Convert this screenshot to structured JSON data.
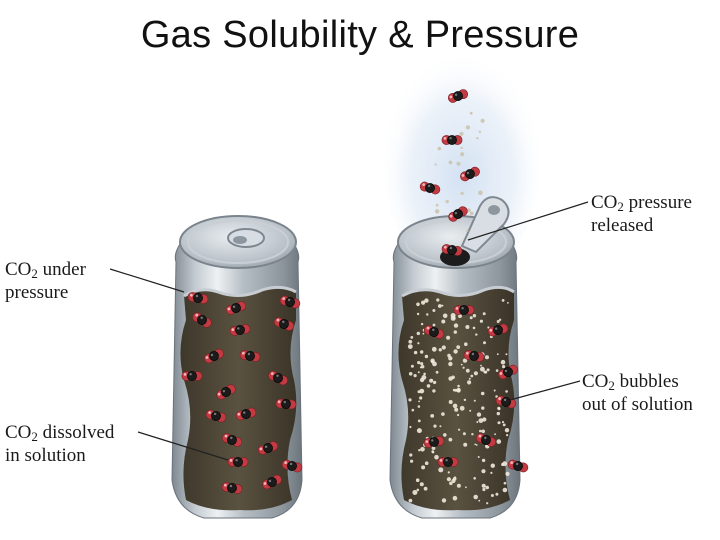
{
  "title": "Gas Solubility & Pressure",
  "labels": {
    "under_pressure": {
      "prefix": "CO",
      "sub": "2",
      "rest": " under",
      "line2": "pressure"
    },
    "dissolved": {
      "prefix": "CO",
      "sub": "2",
      "rest": " dissolved",
      "line2": "in solution"
    },
    "pressure_released": {
      "prefix": "CO",
      "sub": "2",
      "rest": " pressure",
      "line2": "released"
    },
    "bubbles_out": {
      "prefix": "CO",
      "sub": "2",
      "rest": " bubbles",
      "line2": "out of solution"
    }
  },
  "colors": {
    "can_metal": "#a9b1b9",
    "can_highlight": "#e3e8ec",
    "liquid": "#4a4334",
    "oxygen_atom": "#b8323a",
    "carbon_atom": "#1a1a1a",
    "glow": "#c8d8ee",
    "bubble": "#efe9dc"
  },
  "icons": [
    "sealed-can",
    "opened-can",
    "co2-molecule",
    "gas-bubble",
    "pull-tab"
  ]
}
